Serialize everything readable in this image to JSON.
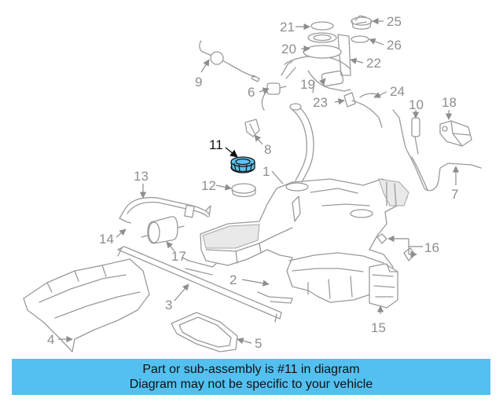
{
  "diagram": {
    "callouts": [
      "1",
      "2",
      "3",
      "4",
      "5",
      "6",
      "7",
      "8",
      "9",
      "10",
      "11",
      "12",
      "13",
      "14",
      "15",
      "16",
      "17",
      "18",
      "19",
      "20",
      "21",
      "22",
      "23",
      "24",
      "25",
      "26"
    ],
    "highlighted_callout": "11",
    "highlight_color": "#5ec3ee"
  },
  "banner": {
    "line1": "Part or sub-assembly is #11 in diagram",
    "line2": "Diagram may not be specific to your vehicle",
    "background": "#53c0f0"
  }
}
